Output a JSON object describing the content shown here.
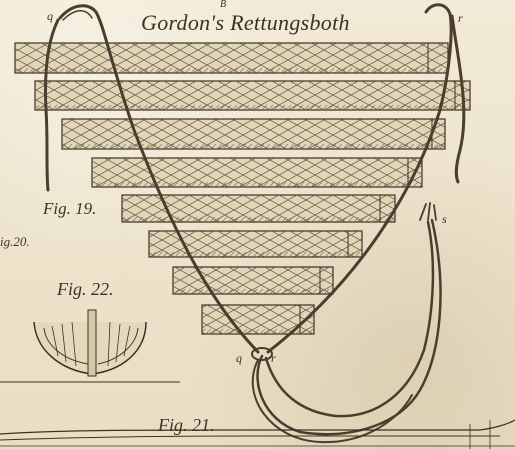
{
  "plate": {
    "title": "Gordon's Rettungsboth",
    "figures": {
      "fig19": "Fig. 19.",
      "fig20": "ig.20.",
      "fig22": "Fig. 22.",
      "fig21": "Fig. 21."
    },
    "labels": {
      "b": "B",
      "q_top": "q",
      "r_top": "r",
      "s": "s",
      "q_bottom": "q",
      "r_bottom": "r"
    }
  }
}
